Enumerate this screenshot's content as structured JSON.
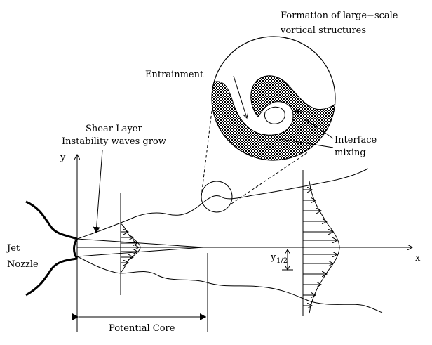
{
  "labels": {
    "formation_line1": "Formation of  large−scale",
    "formation_line2": "vortical  structures",
    "entrainment": "Entrainment",
    "shear_line1": "Shear Layer",
    "shear_line2": "Instability waves  grow",
    "interface_line1": "Interface",
    "interface_line2": "mixing",
    "y_axis": "y",
    "x_axis": "x",
    "jet_line1": "Jet",
    "jet_line2": "Nozzle",
    "y_half": "y",
    "y_half_sub": "1/2",
    "potential_core": "Potential Core"
  }
}
